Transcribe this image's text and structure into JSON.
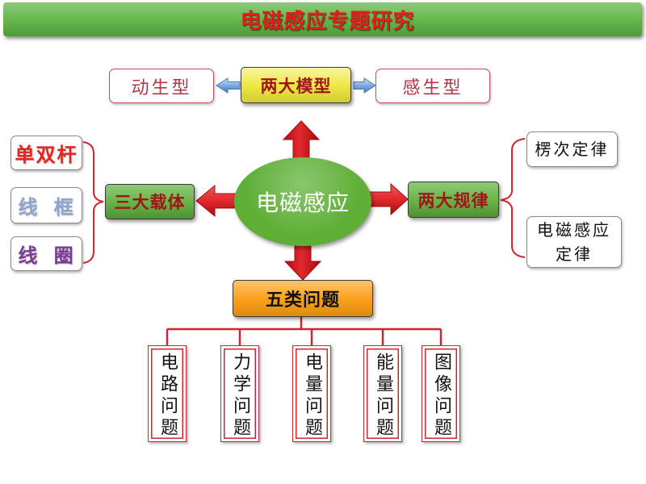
{
  "title": "电磁感应专题研究",
  "center": {
    "label": "电磁感应"
  },
  "models": {
    "label": "两大模型",
    "left": "动生型",
    "right": "感生型"
  },
  "carriers": {
    "label": "三大载体",
    "items": [
      {
        "text": "单双杆",
        "color": "#e5231f"
      },
      {
        "text": "线 框",
        "color": "#8ea6cf"
      },
      {
        "text": "线 圈",
        "color": "#7b3b95"
      }
    ]
  },
  "laws": {
    "label": "两大规律",
    "items": [
      {
        "lines": [
          "楞次定律"
        ]
      },
      {
        "lines": [
          "电磁感应",
          "定律"
        ]
      }
    ]
  },
  "problems": {
    "label": "五类问题",
    "items": [
      "电路问题",
      "力学问题",
      "电量问题",
      "能量问题",
      "图像问题"
    ]
  },
  "colors": {
    "title_text": "#e3201b",
    "title_bar": "#5db443",
    "node_text": "#a0151a",
    "node_green": "#62b13e",
    "center_fill": "#5faf37",
    "models_fill": "#eee83a",
    "problems_fill": "#fb9d10",
    "connector": "#cf2535",
    "arrow_red": "#e2282c",
    "arrow_blue": "#7eabde",
    "model_side_text": "#b2374a"
  }
}
